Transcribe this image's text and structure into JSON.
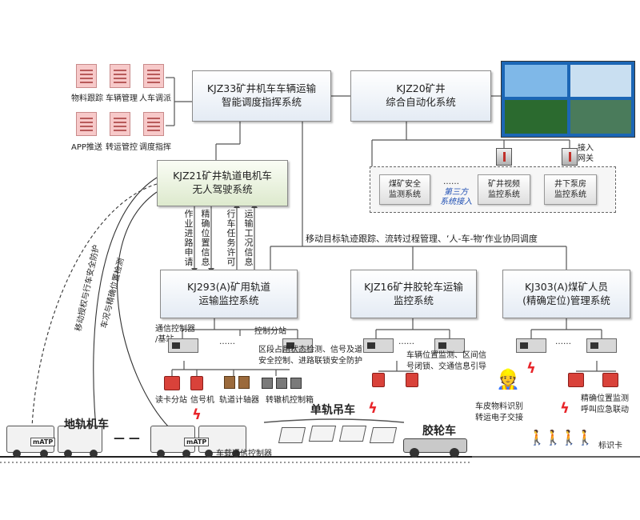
{
  "top": {
    "kjz33": "KJZ33矿井机车车辆运输\n智能调度指挥系统",
    "kjz20": "KJZ20矿井\n综合自动化系统"
  },
  "app_icons": [
    "物料跟踪",
    "车辆管理",
    "人车调派",
    "APP推送",
    "转运管控",
    "调度指挥"
  ],
  "third_party": {
    "gas": "煤矿安全\n监测系统",
    "dots": "……",
    "label": "第三方\n系统接入",
    "video": "矿井视频\n监控系统",
    "pump": "井下泵房\n监控系统",
    "gateway": "接入\n网关"
  },
  "kjz21": "KJZ21矿井轨道电机车\n无人驾驶系统",
  "vertical_labels": {
    "route": "作业进路申请",
    "position": "精确位置信息",
    "task": "行车任务许可",
    "status": "运输工况信息"
  },
  "bus_label": "移动目标轨迹跟踪、流转过程管理、‘人-车-物’作业协同调度",
  "left_arcs": {
    "outer": "移动授权与行车安全防护",
    "inner": "车况与精确位置检测"
  },
  "subsystems": {
    "kj293": "KJ293(A)矿用轨道\n运输监控系统",
    "kjz16": "KJZ16矿井胶轮车运输\n监控系统",
    "kj303": "KJ303(A)煤矿人员\n(精确定位)管理系统"
  },
  "kj293_area": {
    "comm": "通信控制器\n/基站",
    "ctrl_station": "控制分站",
    "dots": "……",
    "desc": "区段占用状态检测、信号及道岔\n安全控制、进路联锁安全防护",
    "devices": [
      "读卡分站",
      "信号机",
      "轨道计轴器",
      "转辙机控制箱"
    ]
  },
  "kjz16_area": {
    "dots": "……",
    "desc": "车辆位置监测、区间信\n号闭锁、交通信息引导"
  },
  "kj303_area": {
    "dots": "……",
    "desc": "精确位置监测\n呼叫应急联动",
    "conveyor": "车皮物料识别\n转运电子交接",
    "tag": "标识卡"
  },
  "vehicles": {
    "locomotive": "地轨机车",
    "matp1": "mATP",
    "matp2": "mATP",
    "monorail": "单轨吊车",
    "rubber": "胶轮车",
    "onboard": "车载通信控制器",
    "dash": "— —"
  }
}
